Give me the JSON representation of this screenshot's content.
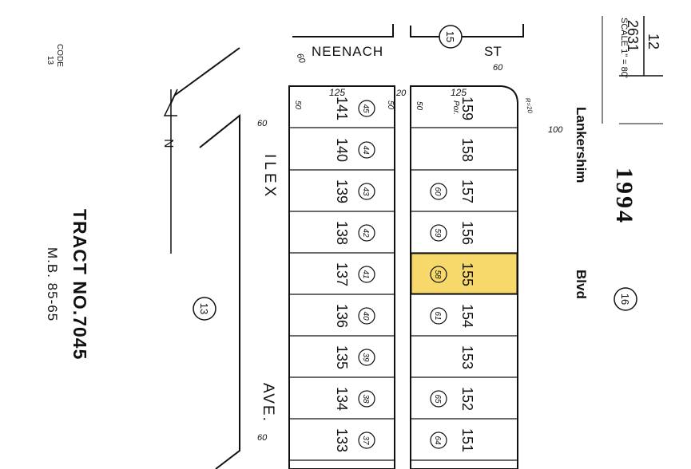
{
  "map": {
    "tract": {
      "title": "TRACT NO.7045",
      "book": "M.B. 85-65",
      "code_label": "CODE",
      "code_value": "13"
    },
    "page_ref": {
      "book_page": "2631",
      "page_no": "12",
      "scale_label": "SCALE 1\" = 80'",
      "year": "1994"
    },
    "streets": {
      "neenach": "NEENACH",
      "st": "ST",
      "ilex": "ILEX",
      "ave": "AVE.",
      "lankershim": "Lankershim",
      "blvd": "Blvd"
    },
    "street_widths": {
      "neenach_w": "60",
      "st_w": "60",
      "ilex_w_top": "60",
      "ilex_w_bottom": "60",
      "lankershim_w": "100"
    },
    "block_labels": {
      "block_15": "15",
      "block_13": "13",
      "block_16": "16"
    },
    "dims": {
      "left_depth": "125",
      "right_depth": "125",
      "frontage_left": "50",
      "frontage_mid": "50",
      "frontage_right": "50",
      "alley": "20",
      "por": "Por.",
      "r20": "R=20"
    },
    "highlight_color": "#f7d96b",
    "left_column": [
      {
        "lot": "141",
        "parcel": "45"
      },
      {
        "lot": "140",
        "parcel": "44"
      },
      {
        "lot": "139",
        "parcel": "43"
      },
      {
        "lot": "138",
        "parcel": "42"
      },
      {
        "lot": "137",
        "parcel": "41"
      },
      {
        "lot": "136",
        "parcel": "40"
      },
      {
        "lot": "135",
        "parcel": "39"
      },
      {
        "lot": "134",
        "parcel": "38"
      },
      {
        "lot": "133",
        "parcel": "37"
      }
    ],
    "right_column": [
      {
        "lot": "159",
        "parcel": ""
      },
      {
        "lot": "158",
        "parcel": ""
      },
      {
        "lot": "157",
        "parcel": "60"
      },
      {
        "lot": "156",
        "parcel": "59"
      },
      {
        "lot": "155",
        "parcel": "58",
        "highlight": true
      },
      {
        "lot": "154",
        "parcel": "61"
      },
      {
        "lot": "153",
        "parcel": ""
      },
      {
        "lot": "152",
        "parcel": "65"
      },
      {
        "lot": "151",
        "parcel": "64"
      }
    ],
    "north_arrow": "N"
  }
}
